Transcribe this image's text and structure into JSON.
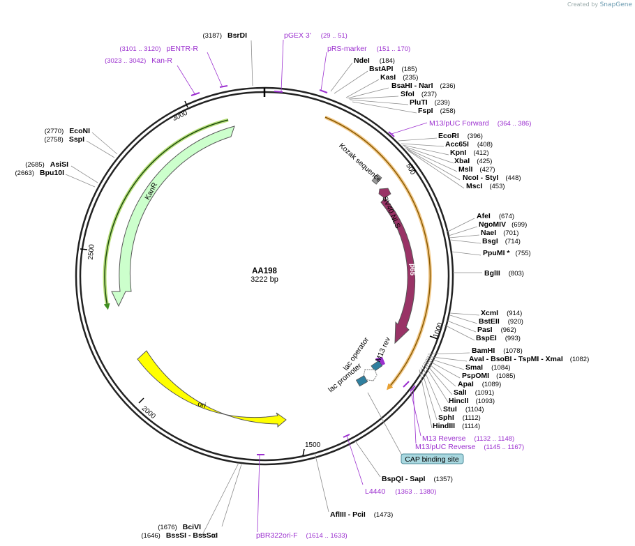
{
  "credit": {
    "text": "Created by",
    "brand": "SnapGene"
  },
  "plasmid": {
    "name": "AA198",
    "length": "3222 bp"
  },
  "ticks": [
    "500",
    "1000",
    "1500",
    "2000",
    "2500",
    "3000"
  ],
  "enzymes_right": [
    {
      "name": "NdeI",
      "pos": "(184)"
    },
    {
      "name": "BstAPI",
      "pos": "(185)"
    },
    {
      "name": "KasI",
      "pos": "(235)"
    },
    {
      "name": "BsaHI - NarI",
      "pos": "(236)"
    },
    {
      "name": "SfoI",
      "pos": "(237)"
    },
    {
      "name": "PluTI",
      "pos": "(239)"
    },
    {
      "name": "FspI",
      "pos": "(258)"
    },
    {
      "name": "EcoRI",
      "pos": "(396)"
    },
    {
      "name": "Acc65I",
      "pos": "(408)"
    },
    {
      "name": "KpnI",
      "pos": "(412)"
    },
    {
      "name": "XbaI",
      "pos": "(425)"
    },
    {
      "name": "MslI",
      "pos": "(427)"
    },
    {
      "name": "NcoI - StyI",
      "pos": "(448)"
    },
    {
      "name": "MscI",
      "pos": "(453)"
    },
    {
      "name": "AfeI",
      "pos": "(674)"
    },
    {
      "name": "NgoMIV",
      "pos": "(699)"
    },
    {
      "name": "NaeI",
      "pos": "(701)"
    },
    {
      "name": "BsgI",
      "pos": "(714)"
    },
    {
      "name": "PpuMI *",
      "pos": "(755)"
    },
    {
      "name": "BglII",
      "pos": "(803)"
    },
    {
      "name": "XcmI",
      "pos": "(914)"
    },
    {
      "name": "BstEII",
      "pos": "(920)"
    },
    {
      "name": "PasI",
      "pos": "(962)"
    },
    {
      "name": "BspEI",
      "pos": "(993)"
    },
    {
      "name": "BamHI",
      "pos": "(1078)"
    },
    {
      "name": "AvaI - BsoBI - TspMI - XmaI",
      "pos": "(1082)"
    },
    {
      "name": "SmaI",
      "pos": "(1084)"
    },
    {
      "name": "PspOMI",
      "pos": "(1085)"
    },
    {
      "name": "ApaI",
      "pos": "(1089)"
    },
    {
      "name": "SalI",
      "pos": "(1091)"
    },
    {
      "name": "HincII",
      "pos": "(1093)"
    },
    {
      "name": "StuI",
      "pos": "(1104)"
    },
    {
      "name": "SphI",
      "pos": "(1112)"
    },
    {
      "name": "HindIII",
      "pos": "(1114)"
    },
    {
      "name": "BspQI - SapI",
      "pos": "(1357)"
    },
    {
      "name": "AflIII - PciI",
      "pos": "(1473)"
    }
  ],
  "enzymes_left": [
    {
      "name": "BsrDI",
      "pos": "(3187)"
    },
    {
      "name": "EcoNI",
      "pos": "(2770)"
    },
    {
      "name": "SspI",
      "pos": "(2758)"
    },
    {
      "name": "AsiSI",
      "pos": "(2685)"
    },
    {
      "name": "Bpu10I",
      "pos": "(2663)"
    },
    {
      "name": "BciVI",
      "pos": "(1676)"
    },
    {
      "name": "BssSI - BssSαI",
      "pos": "(1646)"
    }
  ],
  "primers": [
    {
      "name": "pGEX 3'",
      "pos": "(29 .. 51)"
    },
    {
      "name": "pRS-marker",
      "pos": "(151 .. 170)"
    },
    {
      "name": "pENTR-R",
      "pos": "(3101 .. 3120)"
    },
    {
      "name": "Kan-R",
      "pos": "(3023 .. 3042)"
    },
    {
      "name": "M13/pUC Forward",
      "pos": "(364 .. 386)"
    },
    {
      "name": "M13 Reverse",
      "pos": "(1132 .. 1148)"
    },
    {
      "name": "M13/pUC Reverse",
      "pos": "(1145 .. 1167)"
    },
    {
      "name": "L4440",
      "pos": "(1363 .. 1380)"
    },
    {
      "name": "pBR322ori-F",
      "pos": "(1614 .. 1633)"
    }
  ],
  "features": {
    "kozak": "Kozak sequence",
    "nls": "SV40 NLS",
    "p65": "p65",
    "kanr": "KanR",
    "ori": "ori",
    "lac_operator": "lac operator",
    "lac_promoter": "lac promoter",
    "m13rev": "M13 rev",
    "cap": "CAP binding site"
  },
  "colors": {
    "p65": "#993366",
    "kanr": "#ccffcc",
    "ori": "#ffff00",
    "primer": "#9b2fcf",
    "lac_box": "#2f7f9f",
    "cap_box": "#a9d8e0",
    "orange_arc": "#e8a030",
    "green_arc": "#3f8f1f"
  }
}
